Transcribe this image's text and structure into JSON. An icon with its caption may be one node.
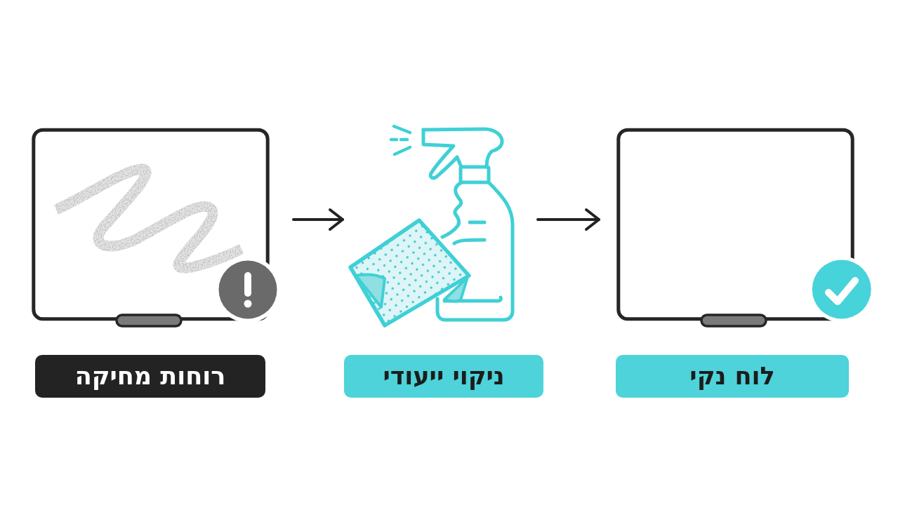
{
  "diagram": {
    "nodes": [
      {
        "text": [],
        "shape": "picture"
      },
      {
        "text": [],
        "shape": "picture"
      },
      {
        "text": [],
        "shape": "picture"
      },
      {
        "text": [
          "רוחות מחיקה"
        ]
      },
      {
        "text": [
          "ניקוי ייעודי"
        ]
      },
      {
        "text": [
          "לוח נקי"
        ]
      }
    ],
    "edges": [
      {
        "from": 0,
        "to": 1,
        "arrow": "to"
      },
      {
        "from": 1,
        "to": 2,
        "arrow": "to"
      }
    ]
  }
}
